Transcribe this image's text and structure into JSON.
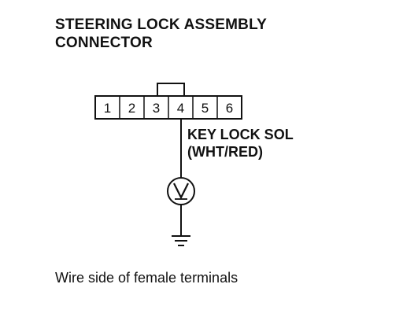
{
  "title": {
    "line1": "STEERING LOCK ASSEMBLY",
    "line2": "CONNECTOR"
  },
  "connector": {
    "pins": [
      "1",
      "2",
      "3",
      "4",
      "5",
      "6"
    ]
  },
  "wire": {
    "label_line1": "KEY LOCK SOL",
    "label_line2": "(WHT/RED)"
  },
  "instrument": {
    "symbol": "V",
    "icon": "voltmeter-icon"
  },
  "ground": {
    "icon": "ground-icon"
  },
  "caption": "Wire side of female terminals"
}
